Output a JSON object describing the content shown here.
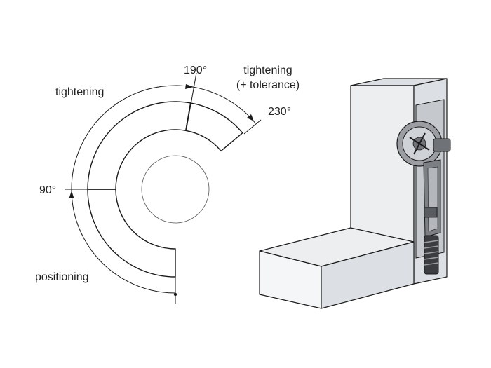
{
  "labels": {
    "angle_190": "190°",
    "angle_230": "230°",
    "angle_90": "90°",
    "tightening": "tightening",
    "tightening_tolerance_line1": "tightening",
    "tightening_tolerance_line2": "(+ tolerance)",
    "positioning": "positioning"
  },
  "colors": {
    "positioning_fill": "#d6eef2",
    "tightening_fill": "#0e9ee0",
    "tolerance_fill": "#263a96",
    "cabinet_face": "#eceef0",
    "cabinet_side": "#dcdfe3",
    "mechanism": "#7c7f84",
    "mechanism_dark": "#3b3d40"
  }
}
